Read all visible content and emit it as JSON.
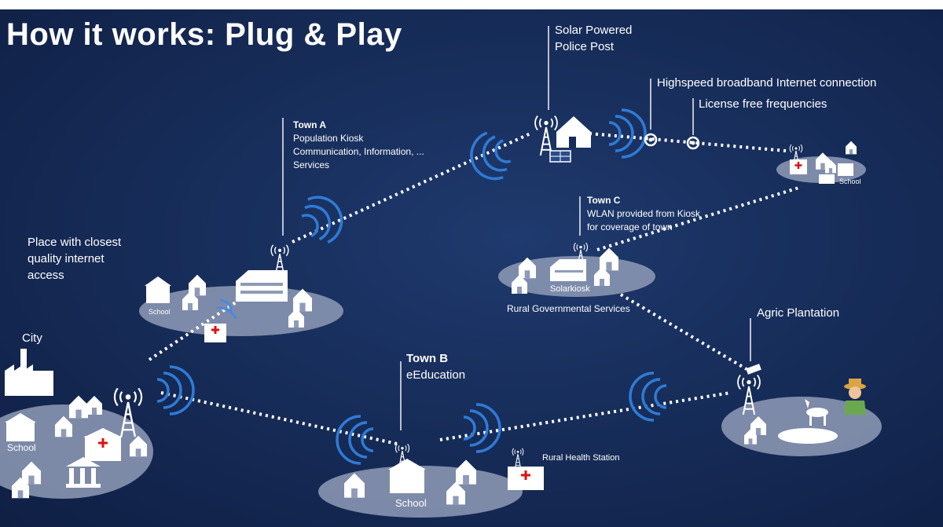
{
  "title": "How it works: Plug & Play",
  "labels": {
    "solar_police_line1": "Solar Powered",
    "solar_police_line2": "Police Post",
    "broadband": "Highspeed broadband Internet connection",
    "license_free": "License free frequencies",
    "town_a_title": "Town A",
    "town_a_line1": "Population Kiosk",
    "town_a_line2": "Communication, Information, ...",
    "town_a_line3": "Services",
    "town_c_title": "Town C",
    "town_c_line1": "WLAN provided from Kiosk",
    "town_c_line2": "for coverage of town",
    "solarkiosk": "Solarkiosk",
    "rural_gov": "Rural Governmental Services",
    "closest_line1": "Place with closest",
    "closest_line2": "quality internet",
    "closest_line3": "access",
    "city": "City",
    "school_city": "School",
    "school_town_a": "School",
    "school_remote": "School",
    "town_b_title": "Town B",
    "town_b_line1": "eEducation",
    "school_town_b": "School",
    "rural_health": "Rural Health Station",
    "agric": "Agric Plantation"
  },
  "colors": {
    "background": "#172d5a",
    "ground": "#8f9bb7",
    "signal": "#2f7bd6",
    "text": "#ffffff"
  }
}
